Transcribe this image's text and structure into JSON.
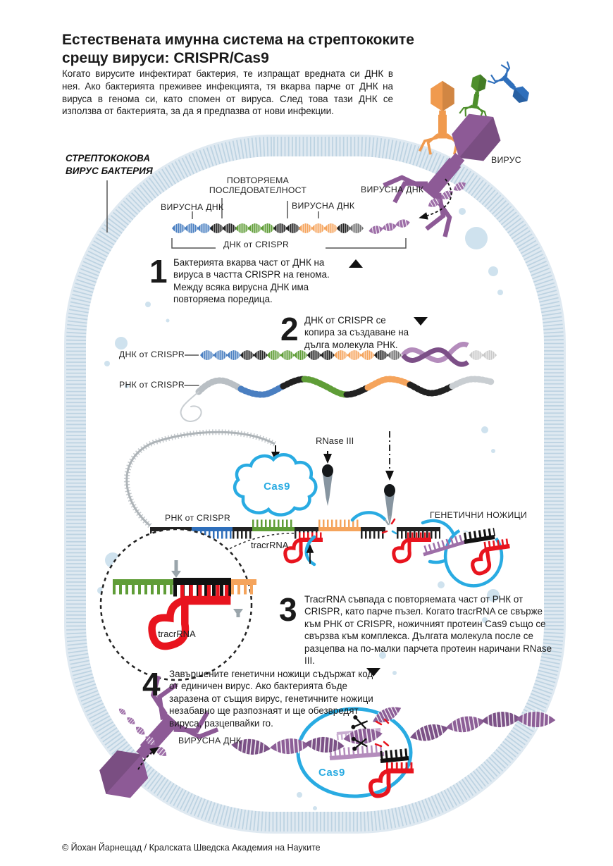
{
  "title": {
    "line1": "Естествената имунна система на стрептококите",
    "line2": "срещу вируси: CRISPR/Cas9"
  },
  "intro": "Когато вирусите инфектират бактерия, те изпращат вредната си ДНК в нея. Ако бактерията преживее инфекцията, тя вкарва парче от ДНК на вируса в генома си, като спомен от вируса. След това тази ДНК се използва от бактерията, за да я предпазва от нови инфекции.",
  "labels": {
    "bacterium_line1": "СТРЕПТОКОКОВА",
    "bacterium_line2": "ВИРУС БАКТЕРИЯ",
    "virus": "ВИРУС",
    "viral_dna": "ВИРУСНА ДНК",
    "repeat_line1": "ПОВТОРЯЕМА",
    "repeat_line2": "ПОСЛЕДОВАТЕЛНОСТ",
    "dna_from_crispr": "ДНК от CRISPR",
    "rna_from_crispr": "РНК от CRISPR",
    "rnase": "RNase III",
    "cas9": "Cas9",
    "tracrrna": "tracrRNA",
    "genetic_scissors": "ГЕНЕТИЧНИ НОЖИЦИ"
  },
  "steps": [
    {
      "num": "1",
      "text": "Бактерията вкарва част от ДНК на вируса в частта CRISPR на генома. Между всяка вирусна ДНК има повторяема поредица."
    },
    {
      "num": "2",
      "text": "ДНК от CRISPR се копира за създаване на дълга молекула РНК."
    },
    {
      "num": "3",
      "text": "TracrRNA съвпада с повторяемата част от РНК от CRISPR, като парче пъзел. Когато tracrRNA се свърже към РНК от CRISPR, ножичният протеин Cas9 също се свързва към комплекса. Дългата молекула после се разцепва на по-малки парчета протеин наричани RNase III."
    },
    {
      "num": "4",
      "text": "Завършените генетични ножици съдържат код от единичен вирус. Ако бактерията бъде заразена от същия вирус, генетичните ножици незабавно ще разпознаят и ще обезвредят вируса, разцепвайки го."
    }
  ],
  "footer": "© Йохан Йарнещад / Кралската Шведска Академия на Науките",
  "colors": {
    "membrane": "#c2d7e5",
    "dna_blue": "#4a7fc1",
    "dna_black": "#222222",
    "dna_green": "#5f9d37",
    "dna_orange": "#f5a45c",
    "viral_purple": "#9e6fa8",
    "virus_purple": "#8d5a96",
    "virus_orange": "#f09a4e",
    "virus_green": "#4e8f2c",
    "virus_blue": "#2f6fbb",
    "cas9_cyan": "#29abe2",
    "tracr_red": "#e8141e"
  }
}
